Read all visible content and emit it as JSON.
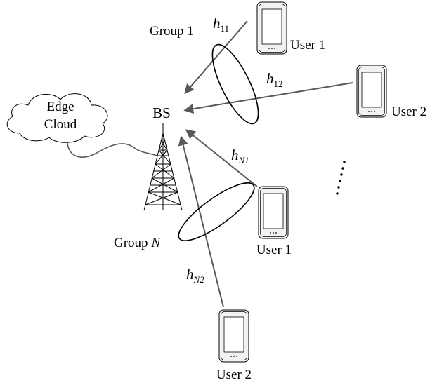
{
  "diagram": {
    "colors": {
      "arrow": "#595959",
      "outline": "#000000",
      "phone_body": "#f2f2f2",
      "phone_screen": "#ffffff"
    },
    "labels": {
      "edge_cloud_line1": "Edge",
      "edge_cloud_line2": "Cloud",
      "bs": "BS",
      "group1": "Group 1",
      "groupN_prefix": "Group ",
      "groupN_var": "N",
      "h11_base": "h",
      "h11_sub": "11",
      "h12_base": "h",
      "h12_sub": "12",
      "hN1_base": "h",
      "hN1_sub": "N1",
      "hN2_base": "h",
      "hN2_sub": "N2",
      "group1_user1": "User 1",
      "group1_user2": "User 2",
      "groupN_user1": "User 1",
      "groupN_user2": "User 2"
    },
    "icons": {
      "cloud": "cloud-icon",
      "tower": "tower-icon",
      "phone": "phone-icon"
    }
  }
}
